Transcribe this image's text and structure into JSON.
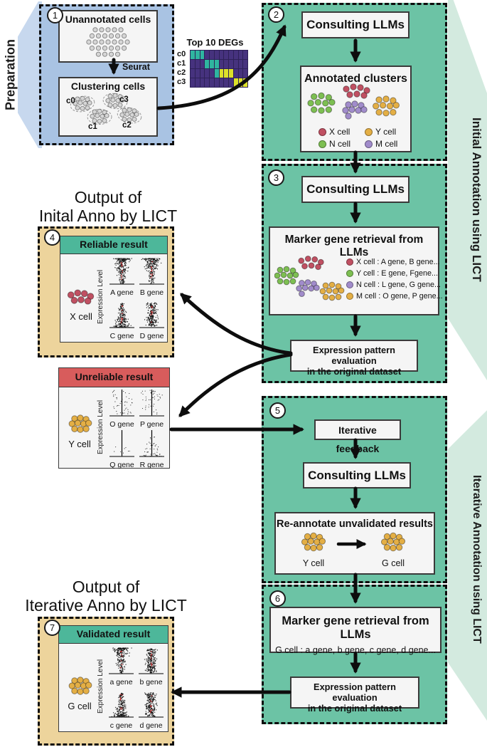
{
  "colors": {
    "blue_fill": "#a9c3e3",
    "blue_band": "#c7d8ee",
    "green_fill": "#6cc3a5",
    "green_band": "#d3eadf",
    "tan_fill": "#edd49c",
    "teal_header": "#4db79a",
    "red_header": "#d85c5c",
    "cell_red": "#c05062",
    "cell_yellow": "#e4af45",
    "cell_green": "#7dbf52",
    "cell_purple": "#a18ccb",
    "cell_gray": "#d6d6d6",
    "heat_purple": "#46327e",
    "heat_teal": "#2fb5a0",
    "heat_yellow": "#dce02a"
  },
  "preparation": {
    "band_label": "Preparation",
    "step_num": "1",
    "unannotated_title": "Unannotated cells",
    "seurat_label": "Seurat",
    "clustering_title": "Clustering cells",
    "cluster_labels": [
      "c0",
      "c1",
      "c2",
      "c3"
    ]
  },
  "heatmap": {
    "title": "Top 10 DEGs",
    "row_labels": [
      "c0",
      "c1",
      "c2",
      "c3"
    ],
    "matrix": [
      [
        1,
        1,
        1,
        0,
        0,
        0,
        0,
        0,
        0,
        0,
        0,
        0
      ],
      [
        0,
        0,
        0,
        1,
        1,
        1,
        0,
        0,
        0,
        0,
        0,
        0
      ],
      [
        0,
        0,
        0,
        0,
        0,
        1,
        2,
        2,
        2,
        0,
        0,
        0
      ],
      [
        0,
        0,
        0,
        0,
        0,
        0,
        0,
        0,
        0,
        2,
        2,
        2
      ]
    ]
  },
  "initial": {
    "band_label": "Initial Annotation using LICT",
    "step2_num": "2",
    "consulting2": "Consulting LLMs",
    "annotated_title": "Annotated clusters",
    "legend": [
      {
        "label": "X cell",
        "color": "#c05062"
      },
      {
        "label": "Y cell",
        "color": "#e4af45"
      },
      {
        "label": "N cell",
        "color": "#7dbf52"
      },
      {
        "label": "M cell",
        "color": "#a18ccb"
      }
    ],
    "step3_num": "3",
    "consulting3": "Consulting LLMs",
    "marker_title": "Marker gene retrieval from LLMs",
    "marker_items": [
      {
        "color": "#c05062",
        "text": "X cell : A gene, B gene..."
      },
      {
        "color": "#7dbf52",
        "text": "Y cell : E gene, Fgene..."
      },
      {
        "color": "#a18ccb",
        "text": "N cell : L gene, G gene..."
      },
      {
        "color": "#e4af45",
        "text": "M cell : O gene, P gene..."
      }
    ],
    "eval_line1": "Expression pattern evaluation",
    "eval_line2": "in the original dataset"
  },
  "output_initial": {
    "title_line1": "Output of",
    "title_line2": "Inital Anno by LICT",
    "step_num": "4",
    "header": "Reliable result",
    "cell_label": "X cell",
    "ylabel": "Expression Level",
    "genes": [
      {
        "label": "A gene"
      },
      {
        "label": "B gene"
      },
      {
        "label": "C gene"
      },
      {
        "label": "D gene"
      }
    ]
  },
  "unreliable": {
    "header": "Unreliable result",
    "cell_label": "Y cell",
    "ylabel": "Expression Level",
    "genes": [
      {
        "label": "O gene"
      },
      {
        "label": "P gene"
      },
      {
        "label": "Q gene"
      },
      {
        "label": "R gene"
      }
    ]
  },
  "iterative": {
    "band_label": "Iterative Annotation using LICT",
    "step5_num": "5",
    "feedback": "Iterative feedback",
    "consulting5": "Consulting LLMs",
    "reannotate_title": "Re-annotate unvalidated results",
    "from_cell": "Y cell",
    "to_cell": "G cell",
    "step6_num": "6",
    "marker_title": "Marker gene retrieval from LLMs",
    "marker_text": "G cell : a gene, b gene, c gene, d gene...",
    "eval_line1": "Expression pattern evaluation",
    "eval_line2": "in the original dataset"
  },
  "output_iterative": {
    "title_line1": "Output of",
    "title_line2": "Iterative Anno by LICT",
    "step_num": "7",
    "header": "Validated result",
    "cell_label": "G cell",
    "ylabel": "Expression Level",
    "genes": [
      {
        "label": "a gene"
      },
      {
        "label": "b gene"
      },
      {
        "label": "c gene"
      },
      {
        "label": "d gene"
      }
    ]
  }
}
